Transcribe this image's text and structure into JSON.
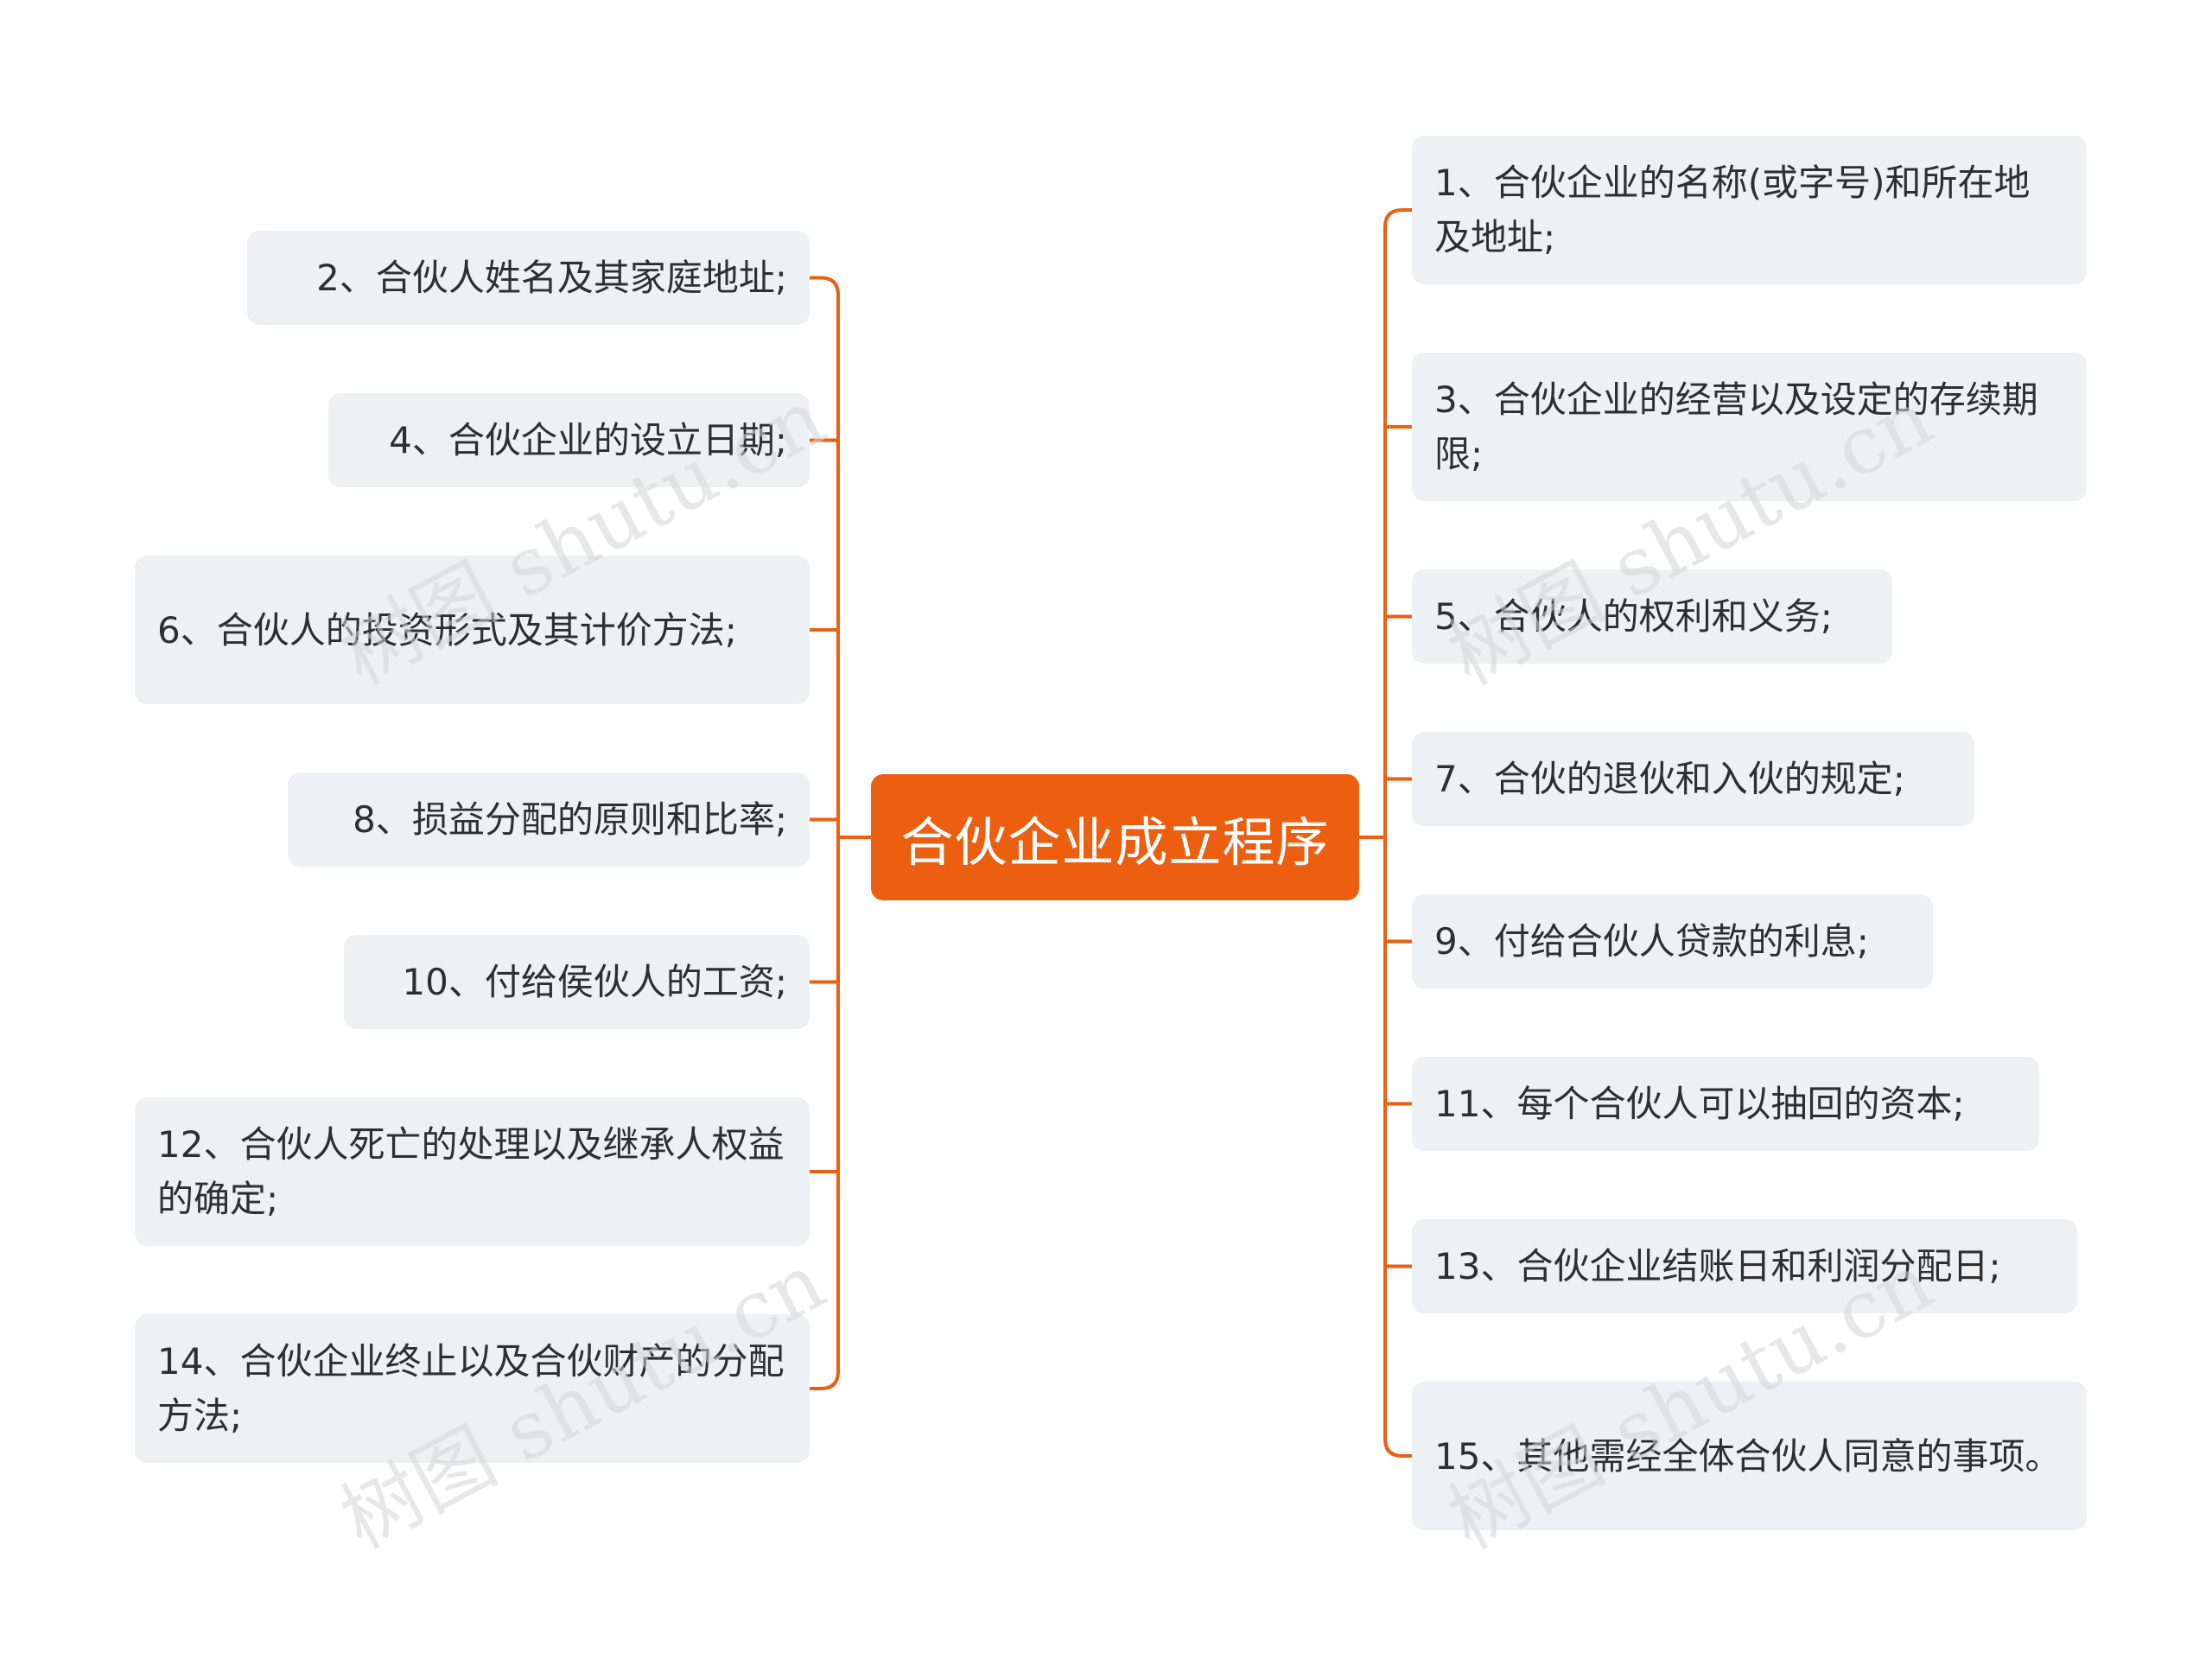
{
  "center": {
    "label": "合伙企业成立程序"
  },
  "left_items": [
    {
      "label": "2、合伙人姓名及其家庭地址;"
    },
    {
      "label": "4、合伙企业的设立日期;"
    },
    {
      "label": "6、合伙人的投资形式及其计价方法;"
    },
    {
      "label": "8、损益分配的原则和比率;"
    },
    {
      "label": "10、付给侯伙人的工资;"
    },
    {
      "label": "12、合伙人死亡的处理以及继承人权益的确定;"
    },
    {
      "label": "14、合伙企业终止以及合伙财产的分配方法;"
    }
  ],
  "right_items": [
    {
      "label": "1、合伙企业的名称(或字号)和所在地及地址;"
    },
    {
      "label": "3、合伙企业的经营以及设定的存续期限;"
    },
    {
      "label": "5、合伙人的权利和义务;"
    },
    {
      "label": "7、合伙的退伙和入伙的规定;"
    },
    {
      "label": "9、付给合伙人贷款的利息;"
    },
    {
      "label": "11、每个合伙人可以抽回的资本;"
    },
    {
      "label": "13、合伙企业结账日和利润分配日;"
    },
    {
      "label": "15、其他需经全体合伙人同意的事项。"
    }
  ],
  "watermark": {
    "text": "树图 shutu.cn"
  },
  "colors": {
    "accent": "#EC5F10",
    "node_bg": "#EEF1F4",
    "text": "#2f2f2f",
    "watermark": "#d4d4d4"
  }
}
